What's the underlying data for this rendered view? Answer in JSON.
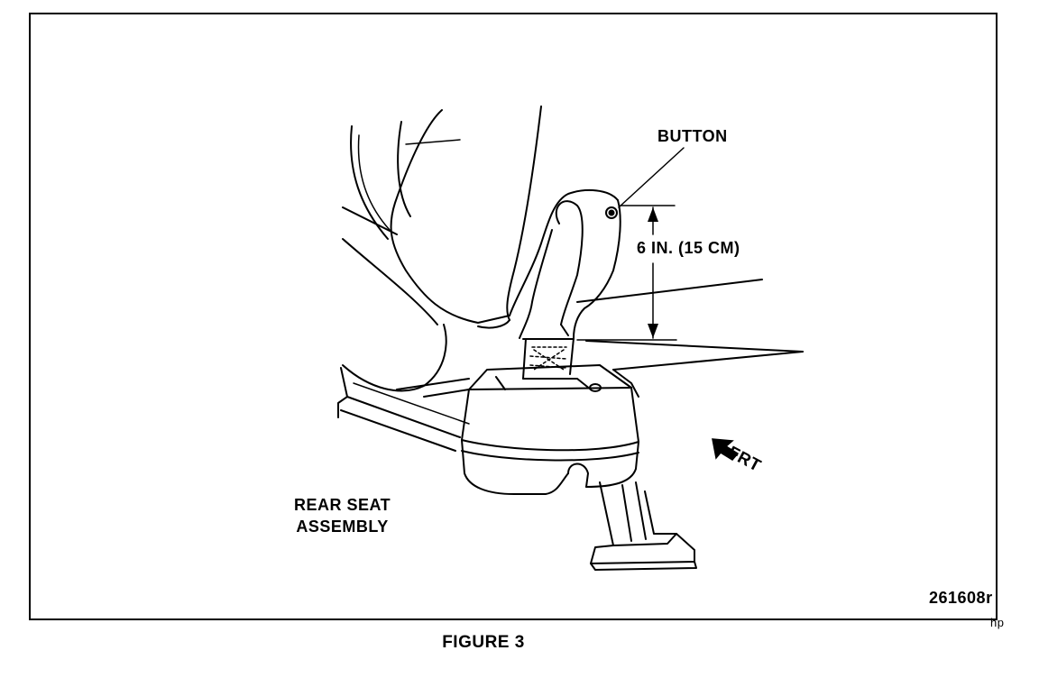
{
  "figure": {
    "caption": "FIGURE 3",
    "figure_number": "261608r",
    "corner_mark": "hp"
  },
  "labels": {
    "button": "BUTTON",
    "dimension": "6 IN. (15 CM)",
    "seat_line1": "REAR SEAT",
    "seat_line2": "ASSEMBLY",
    "front": "FRT"
  },
  "icons": [
    "front-arrow-icon"
  ]
}
